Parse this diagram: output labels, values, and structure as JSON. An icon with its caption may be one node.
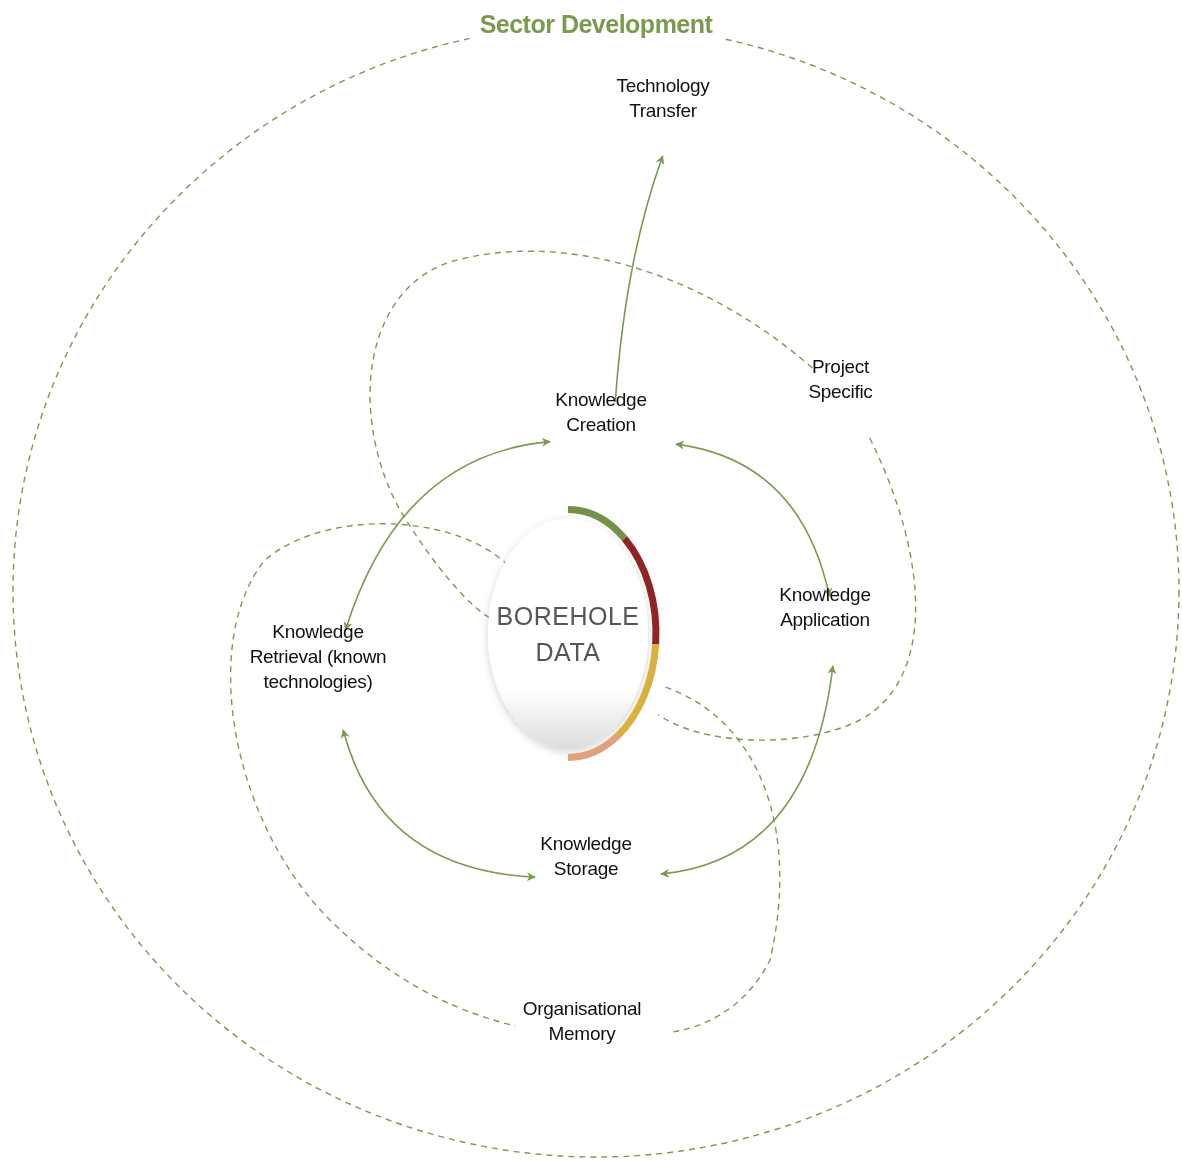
{
  "diagram": {
    "nodes": [
      {
        "text": [
          "Sector Development"
        ]
      },
      {
        "text": [
          "Technology Transfer"
        ],
        "in": 0
      },
      {
        "text": [
          "Project Specific"
        ],
        "in": 0
      },
      {
        "text": [
          "Knowledge Creation"
        ],
        "in": 0
      },
      {
        "text": [
          "Knowledge Retrieval (known technologies)"
        ],
        "in": 0
      },
      {
        "text": [
          "BOREHOLE DATA"
        ],
        "in": 0
      },
      {
        "text": [
          "Knowledge Application"
        ],
        "in": 0
      },
      {
        "text": [
          "Knowledge Storage"
        ],
        "in": 0
      },
      {
        "text": [
          "Organisational Memory"
        ],
        "in": 0
      }
    ],
    "edges": [
      {
        "from": 3,
        "to": 1,
        "arrow": "to"
      },
      {
        "from": 3,
        "to": 4,
        "arrow": "both"
      },
      {
        "from": 3,
        "to": 6,
        "arrow": "both"
      },
      {
        "from": 6,
        "to": 7,
        "arrow": "both"
      },
      {
        "from": 4,
        "to": 7,
        "arrow": "both"
      },
      {
        "from": 2,
        "to": 5,
        "arrow": "none",
        "style": "dashed"
      },
      {
        "from": 5,
        "to": 8,
        "arrow": "none",
        "style": "dashed"
      },
      {
        "from": 5,
        "to": 8,
        "arrow": "none",
        "style": "dashed"
      },
      {
        "from": 2,
        "to": 5,
        "arrow": "none",
        "style": "dashed"
      }
    ]
  }
}
